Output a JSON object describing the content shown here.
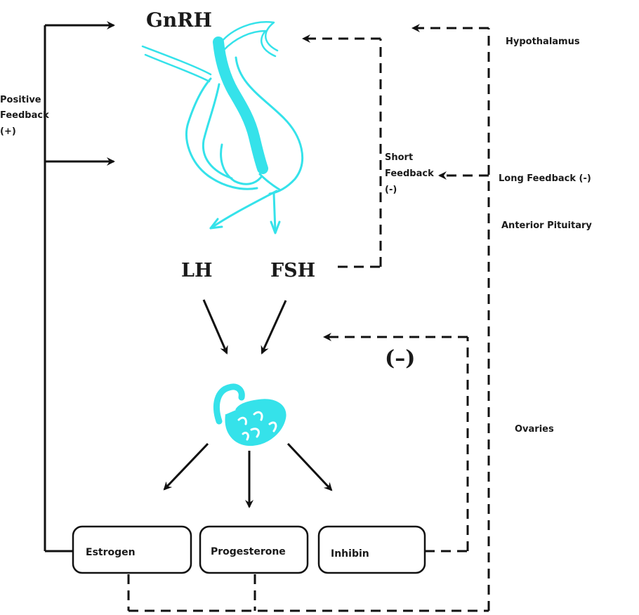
{
  "hormones": {
    "gnrh": "GnRH",
    "lh": "LH",
    "fsh": "FSH"
  },
  "feedback": {
    "positive_line1": "Positive",
    "positive_line2": "Feedback",
    "positive_line3": "(+)",
    "short_line1": "Short",
    "short_line2": "Feedback",
    "short_line3": "(-)",
    "long": "Long Feedback (-)",
    "inhibin_negative": "(–)"
  },
  "regions": {
    "hypothalamus": "Hypothalamus",
    "anterior_pituitary": "Anterior Pituitary",
    "ovaries": "Ovaries"
  },
  "products": {
    "estrogen": "Estrogen",
    "progesterone": "Progesterone",
    "inhibin": "Inhibin"
  },
  "colors": {
    "organ": "#35e2ea",
    "line": "#111111"
  }
}
